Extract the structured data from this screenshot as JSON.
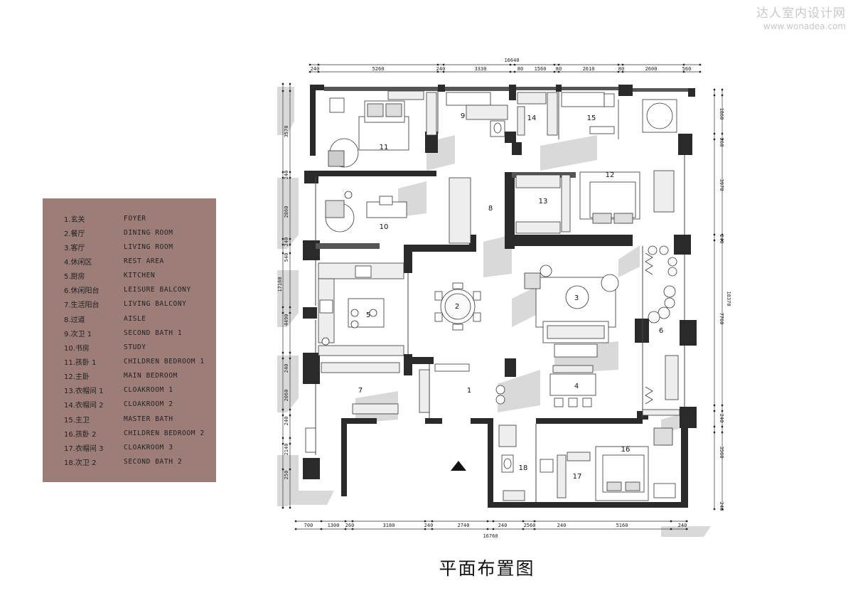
{
  "watermark": {
    "text_cn": "达人室内设计网",
    "url": "www.wonadea.com"
  },
  "title": "平面布置图",
  "legend": [
    {
      "cn": "1.玄关",
      "en": "FOYER"
    },
    {
      "cn": "2.餐厅",
      "en": "DINING ROOM"
    },
    {
      "cn": "3.客厅",
      "en": "LIVING ROOM"
    },
    {
      "cn": "4.休闲区",
      "en": "REST AREA"
    },
    {
      "cn": "5.厨房",
      "en": "KITCHEN"
    },
    {
      "cn": "6.休闲阳台",
      "en": "LEISURE BALCONY"
    },
    {
      "cn": "7.生活阳台",
      "en": "LIVING BALCONY"
    },
    {
      "cn": "8.过道",
      "en": "AISLE"
    },
    {
      "cn": "9.次卫 1",
      "en": "SECOND BATH 1"
    },
    {
      "cn": "10.书房",
      "en": "STUDY"
    },
    {
      "cn": "11.孩卧 1",
      "en": "CHILDREN BEDROOM 1"
    },
    {
      "cn": "12.主卧",
      "en": "MAIN BEDROOM"
    },
    {
      "cn": "13.衣帽间 1",
      "en": "CLOAKROOM 1"
    },
    {
      "cn": "14.衣帽间 2",
      "en": "CLOAKROOM 2"
    },
    {
      "cn": "15.主卫",
      "en": "MASTER BATH"
    },
    {
      "cn": "16.孩卧 2",
      "en": "CHILDREN BEDROOM 2"
    },
    {
      "cn": "17.衣帽间 3",
      "en": "CLOAKROOM 3"
    },
    {
      "cn": "18.次卫 2",
      "en": "SECOND BATH 2"
    }
  ],
  "rooms": [
    "1",
    "2",
    "3",
    "4",
    "5",
    "6",
    "7",
    "8",
    "9",
    "10",
    "11",
    "12",
    "13",
    "14",
    "15",
    "16",
    "17",
    "18"
  ],
  "dims": {
    "top_total": "16640",
    "top": [
      "240",
      "5260",
      "240",
      "3330",
      "80",
      "1560",
      "80",
      "2610",
      "80",
      "2600",
      "560"
    ],
    "bottom_total": "16760",
    "bottom": [
      "700",
      "1300",
      "260",
      "3180",
      "240",
      "2740",
      "240",
      "2560",
      "240",
      "5160",
      "240"
    ],
    "left": [
      "3570",
      "240",
      "2860",
      "240",
      "540",
      "4490",
      "240",
      "2060",
      "240",
      "2140",
      "250"
    ],
    "left_total": "17160",
    "right": [
      "1860",
      "260",
      "3970",
      "240",
      "7760",
      "240",
      "3560",
      "240"
    ],
    "right_total": "18370"
  }
}
